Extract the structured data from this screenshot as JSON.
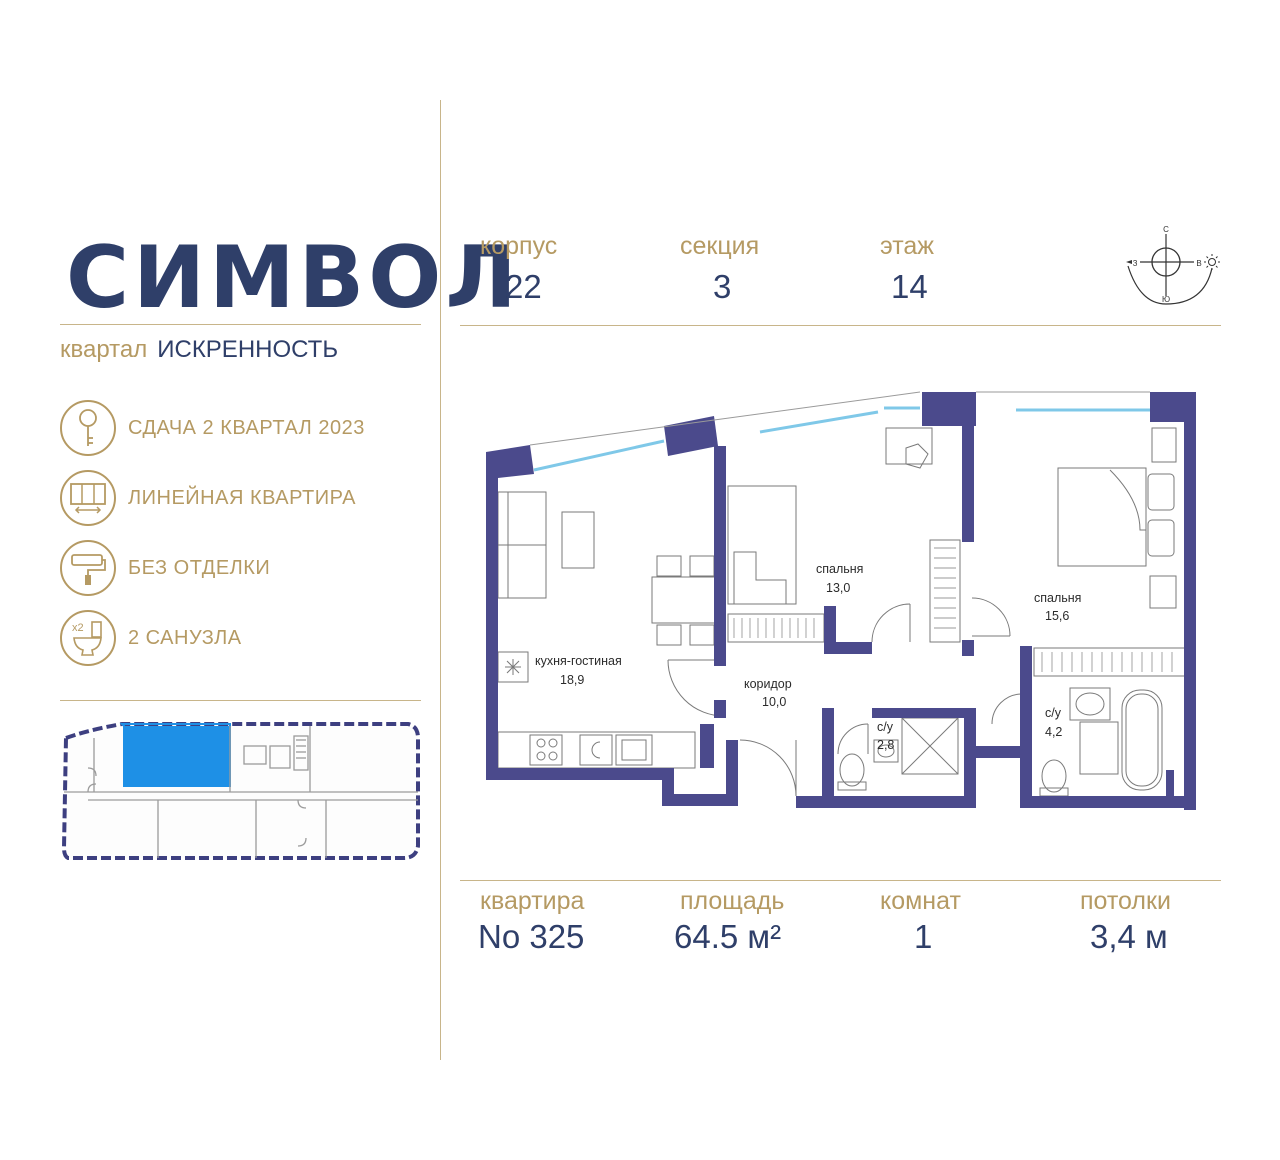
{
  "brand": {
    "logo": "СИМВОЛ",
    "quarter_prefix": "квартал",
    "quarter_name": "ИСКРЕННОСТЬ"
  },
  "features": [
    {
      "icon": "key-icon",
      "label": "СДАЧА 2 КВАРТАЛ 2023"
    },
    {
      "icon": "window-icon",
      "label": "ЛИНЕЙНАЯ КВАРТИРА"
    },
    {
      "icon": "paint-roller-icon",
      "label": "БЕЗ ОТДЕЛКИ"
    },
    {
      "icon": "toilet-icon",
      "label": "2 САНУЗЛА",
      "badge": "x2"
    }
  ],
  "building": {
    "korpus_label": "корпус",
    "korpus": "22",
    "section_label": "секция",
    "section": "3",
    "floor_label": "этаж",
    "floor": "14"
  },
  "compass": {
    "north": "С",
    "south": "Ю",
    "west": "З",
    "east": "В"
  },
  "rooms": [
    {
      "name": "кухня-гостиная",
      "area": "18,9"
    },
    {
      "name": "спальня",
      "area": "13,0"
    },
    {
      "name": "спальня",
      "area": "15,6"
    },
    {
      "name": "коридор",
      "area": "10,0"
    },
    {
      "name": "с/у",
      "area": "2,8"
    },
    {
      "name": "с/у",
      "area": "4,2"
    }
  ],
  "apartment": {
    "number_label": "квартира",
    "number": "No 325",
    "area_label": "площадь",
    "area": "64.5 м²",
    "rooms_label": "комнат",
    "rooms": "1",
    "ceiling_label": "потолки",
    "ceiling": "3,4 м"
  },
  "colors": {
    "navy": "#2f3f69",
    "gold": "#b59a63",
    "wall": "#4b4a8c",
    "highlight": "#1e90e6",
    "glass": "#7fc8e8"
  }
}
